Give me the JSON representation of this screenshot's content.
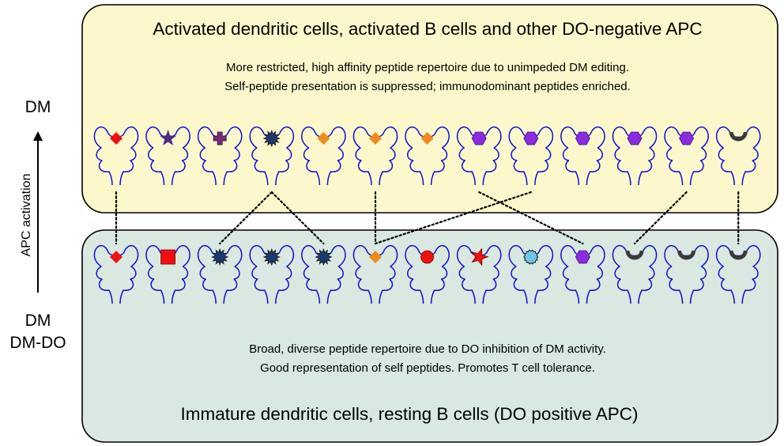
{
  "diagram": {
    "top_panel": {
      "title": "Activated dendritic cells, activated B cells and other DO-negative APC",
      "description_line1": "More restricted, high affinity peptide repertoire due to unimpeded DM editing.",
      "description_line2": "Self-peptide presentation is suppressed; immunodominant peptides enriched.",
      "fill_color": "#fcf8cc",
      "peptides": [
        "red-diamond",
        "purple-star",
        "purple-cross",
        "navy-burst",
        "orange-diamond",
        "orange-diamond",
        "orange-diamond",
        "violet-hexagon",
        "violet-hexagon",
        "violet-hexagon",
        "violet-hexagon",
        "violet-hexagon",
        "gray-horseshoe"
      ]
    },
    "bottom_panel": {
      "title": "Immature dendritic cells, resting B cells (DO positive APC)",
      "description_line1": "Broad, diverse peptide repertoire due to DO inhibition of DM activity.",
      "description_line2": "Good representation of self peptides.  Promotes T cell tolerance.",
      "fill_color": "#d9e8e1",
      "peptides": [
        "red-diamond",
        "red-square",
        "navy-burst",
        "navy-burst",
        "navy-burst",
        "orange-diamond",
        "red-circle",
        "red-star",
        "lightblue-circle",
        "violet-hexagon",
        "gray-horseshoe",
        "gray-horseshoe",
        "gray-horseshoe"
      ]
    },
    "left_axis": {
      "top_label": "DM",
      "arrow_label": "APC activation",
      "bottom_label_1": "DM",
      "bottom_label_2": "DM-DO"
    },
    "colors": {
      "mhc_outline": "#1010d0",
      "red": "#ee1111",
      "purple_star": "#4b2a8a",
      "purple_cross": "#7a2a7a",
      "navy": "#1a3a6e",
      "orange": "#f08a1c",
      "violet": "#8a2be2",
      "gray": "#3a3a3a",
      "light_blue": "#6ec6ea"
    }
  }
}
